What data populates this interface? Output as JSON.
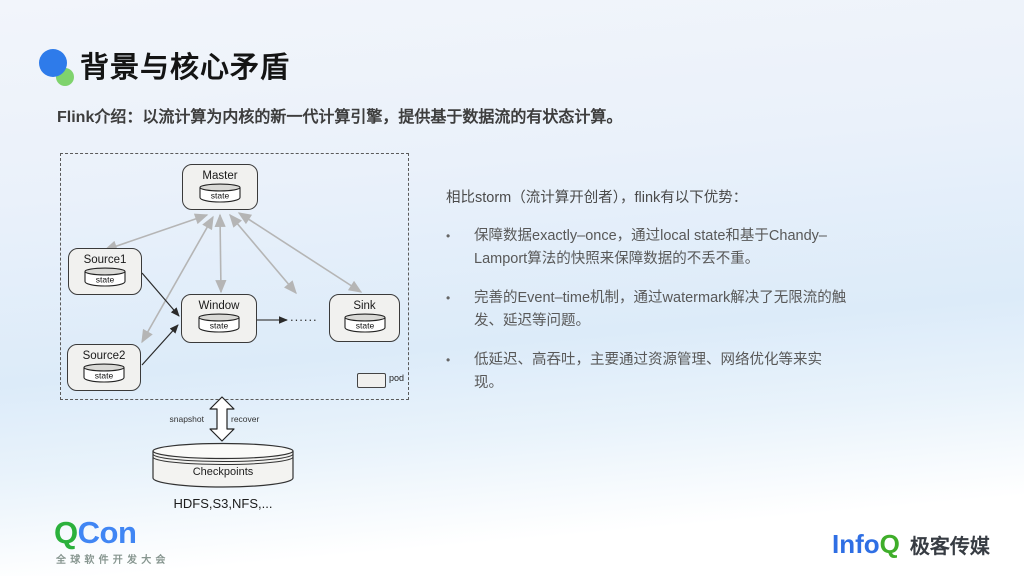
{
  "slide": {
    "title": "背景与核心矛盾",
    "subtitle": "Flink介绍：以流计算为内核的新一代计算引擎，提供基于数据流的有状态计算。"
  },
  "diagram": {
    "nodes": [
      {
        "label": "Master",
        "state": "state"
      },
      {
        "label": "Source1",
        "state": "state"
      },
      {
        "label": "Source2",
        "state": "state"
      },
      {
        "label": "Window",
        "state": "state"
      },
      {
        "label": "Sink",
        "state": "state"
      }
    ],
    "dots": "......",
    "legend_pod": "pod",
    "snapshot": "snapshot",
    "recover": "recover",
    "checkpoints": "Checkpoints",
    "storage": "HDFS,S3,NFS,..."
  },
  "comparison": {
    "heading": "相比storm（流计算开创者），flink有以下优势：",
    "bullets": [
      "保障数据exactly–once，通过local state和基于Chandy–Lamport算法的快照来保障数据的不丢不重。",
      "完善的Event–time机制，通过watermark解决了无限流的触发、延迟等问题。",
      "低延迟、高吞吐，主要通过资源管理、网络优化等来实现。"
    ]
  },
  "footer": {
    "qcon_q": "Q",
    "qcon_con": "Con",
    "qcon_tagline": "全球软件开发大会",
    "infoq_info": "Info",
    "infoq_q": "Q",
    "infoq_brand": "极客传媒"
  },
  "colors": {
    "accent_blue": "#2e7bea",
    "accent_green": "#7fd36d",
    "qcon_green": "#2bb13c",
    "qcon_blue": "#4086f4",
    "infoq_blue": "#2f6fe4",
    "infoq_green": "#3fae2a",
    "arrow_gray": "#b5b5b5",
    "arrow_black": "#2a2a2a",
    "node_fill": "#f1f1ef"
  }
}
